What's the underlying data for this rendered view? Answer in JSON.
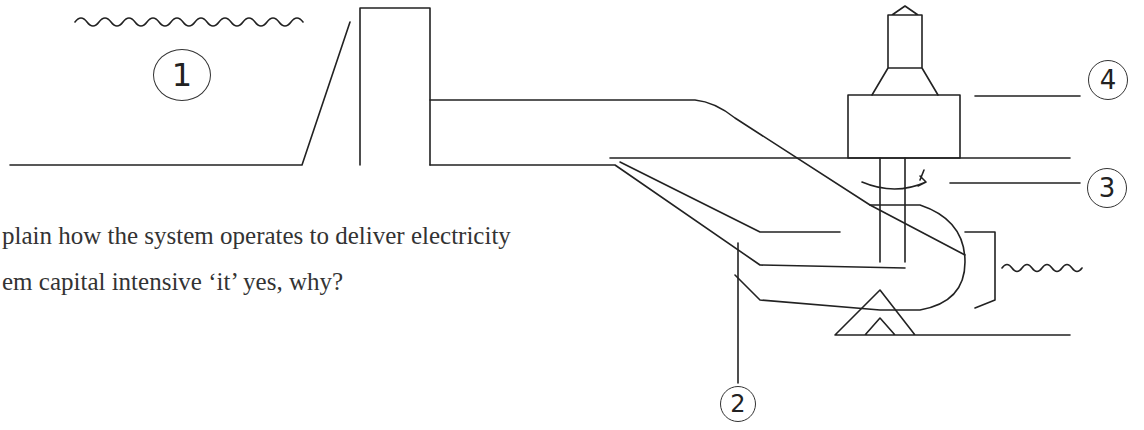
{
  "diagram": {
    "nodes": [
      {
        "text": [
          "1"
        ]
      },
      {
        "text": [
          "4"
        ]
      },
      {
        "text": [
          "3"
        ]
      },
      {
        "text": [
          "2"
        ]
      }
    ],
    "labels": [
      "plain how the system operates to deliver electricity",
      "em capital intensive ‘it’ yes, why?"
    ]
  }
}
